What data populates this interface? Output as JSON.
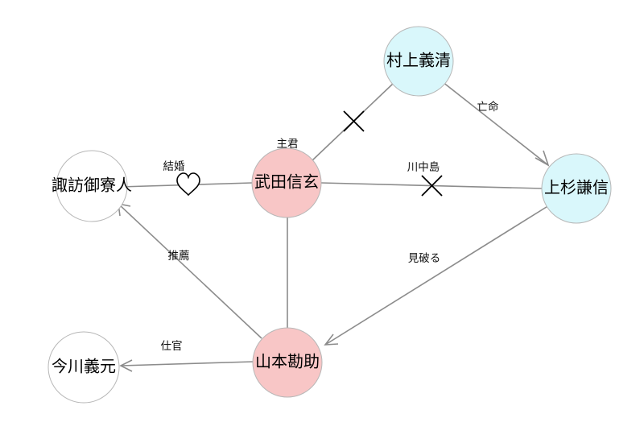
{
  "colors": {
    "highlight": "#f8c6c6",
    "ally": "#d9f7fb",
    "neutral": "#ffffff",
    "edge": "#8c8c8c"
  },
  "nodes": [
    {
      "id": "takeda",
      "label": "武田信玄",
      "color": "#f8c6c6"
    },
    {
      "id": "yamamoto",
      "label": "山本勘助",
      "color": "#f8c6c6"
    },
    {
      "id": "murakami",
      "label": "村上義清",
      "color": "#d9f7fb"
    },
    {
      "id": "uesugi",
      "label": "上杉謙信",
      "color": "#d9f7fb"
    },
    {
      "id": "suwa",
      "label": "諏訪御寮人",
      "color": "#ffffff"
    },
    {
      "id": "imagawa",
      "label": "今川義元",
      "color": "#ffffff"
    }
  ],
  "edges": [
    {
      "id": "murakami-takeda",
      "label": "",
      "mark": "cross-icon"
    },
    {
      "id": "murakami-uesugi",
      "label": "亡命",
      "mark": ""
    },
    {
      "id": "takeda-suwa",
      "label": "結婚",
      "mark": "heart-icon"
    },
    {
      "id": "takeda-uesugi",
      "label": "川中島",
      "mark": "cross-icon"
    },
    {
      "id": "takeda-yamamoto",
      "label": "主君",
      "mark": ""
    },
    {
      "id": "uesugi-yamamoto",
      "label": "見破る",
      "mark": ""
    },
    {
      "id": "yamamoto-suwa",
      "label": "推薦",
      "mark": ""
    },
    {
      "id": "yamamoto-imagawa",
      "label": "仕官",
      "mark": ""
    }
  ]
}
